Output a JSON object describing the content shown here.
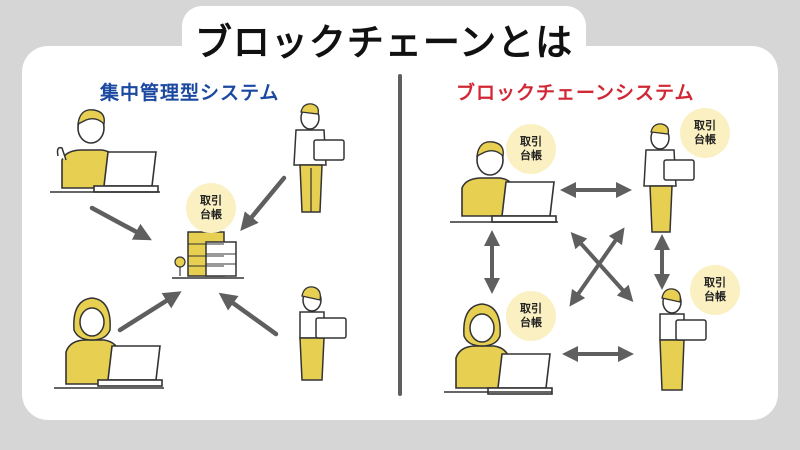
{
  "title": "ブロックチェーンとは",
  "left_panel": {
    "heading": "集中管理型システム",
    "ledger_badge": {
      "line1": "取引",
      "line2": "台帳"
    }
  },
  "right_panel": {
    "heading": "ブロックチェーンシステム",
    "ledger_badges": [
      {
        "line1": "取引",
        "line2": "台帳"
      },
      {
        "line1": "取引",
        "line2": "台帳"
      },
      {
        "line1": "取引",
        "line2": "台帳"
      },
      {
        "line1": "取引",
        "line2": "台帳"
      }
    ]
  },
  "colors": {
    "central_heading": "#1b49a0",
    "blockchain_heading": "#d12836",
    "accent_yellow": "#e7cf52",
    "badge_bg": "#faf0c2",
    "arrow": "#5f5f5f"
  }
}
